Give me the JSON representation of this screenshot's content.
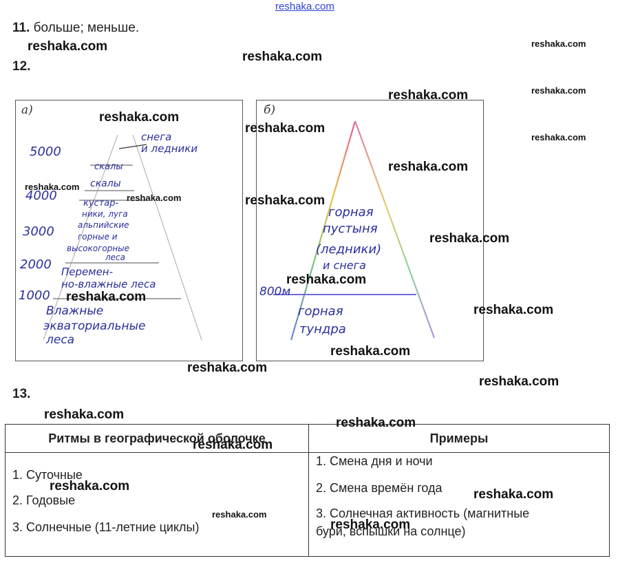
{
  "site_link": "reshaka.com",
  "watermark": "reshaka.com",
  "q11": {
    "number": "11.",
    "text": "больше; меньше."
  },
  "q12": {
    "number": "12.",
    "panel_a": {
      "label": "а)",
      "heights": [
        "5000",
        "4000",
        "3000",
        "2000",
        "1000"
      ],
      "zones": [
        "снега",
        "и ледники",
        "скалы",
        "скалы",
        "кустар-",
        "ники, луга",
        "альпийские",
        "горные и",
        "высокогорные",
        "леса",
        "Перемен-",
        "но-влажные леса",
        "Влажные",
        "экваториальные",
        "леса"
      ]
    },
    "panel_b": {
      "label": "б)",
      "height": "800м",
      "zones": [
        "горная",
        "пустыня",
        "(ледники)",
        "и снега",
        "горная",
        "тундра"
      ]
    }
  },
  "q13": {
    "number": "13.",
    "table": {
      "headers": [
        "Ритмы в географической оболочке",
        "Примеры"
      ],
      "rhythms": [
        "1. Суточные",
        "2. Годовые",
        "3. Солнечные (11-летние циклы)"
      ],
      "examples": [
        "1. Смена дня и ночи",
        "2. Смена времён года",
        "3. Солнечная активность (магнитные",
        "бури, вспышки на солнце)"
      ]
    }
  }
}
